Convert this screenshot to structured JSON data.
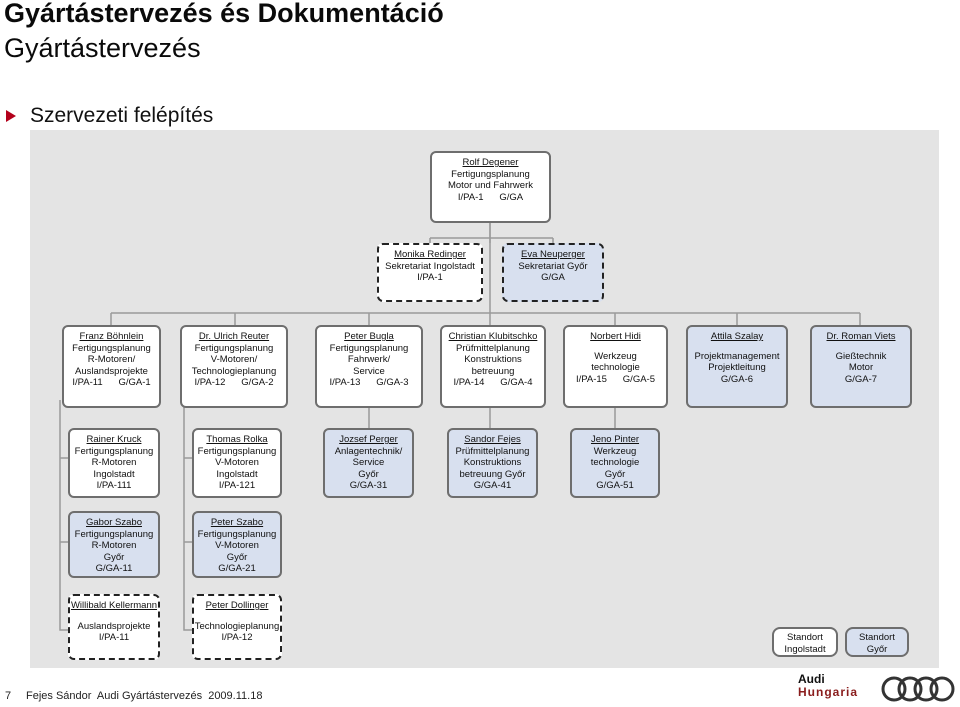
{
  "header": {
    "title": "Gyártástervezés és Dokumentáció",
    "subtitle": "Gyártástervezés",
    "bullet": "Szervezeti felépítés"
  },
  "org": {
    "top": {
      "lines": [
        "Rolf Degener",
        "Fertigungsplanung",
        "Motor und Fahrwerk",
        "I/PA-1      G/GA"
      ]
    },
    "sec1": {
      "lines": [
        "Monika Redinger",
        "Sekretariat Ingolstadt",
        "I/PA-1"
      ]
    },
    "sec2": {
      "lines": [
        "Eva Neuperger",
        "Sekretariat Győr",
        "G/GA"
      ]
    },
    "dept": [
      {
        "lines": [
          "Franz Böhnlein",
          "Fertigungsplanung",
          "R-Motoren/",
          "Auslandsprojekte",
          "I/PA-11      G/GA-1"
        ]
      },
      {
        "lines": [
          "Dr. Ulrich Reuter",
          "Fertigungsplanung",
          "V-Motoren/",
          "Technologieplanung",
          "I/PA-12      G/GA-2"
        ]
      },
      {
        "lines": [
          "Peter Bugla",
          "Fertigungsplanung",
          "Fahrwerk/",
          "Service",
          "I/PA-13      G/GA-3"
        ]
      },
      {
        "lines": [
          "Christian Klubitschko",
          "Prüfmittelplanung",
          "Konstruktions",
          "betreuung",
          "I/PA-14      G/GA-4"
        ]
      },
      {
        "lines": [
          "Norbert Hidi",
          "Werkzeug",
          "technologie",
          "I/PA-15      G/GA-5"
        ]
      },
      {
        "lines": [
          "Attila Szalay",
          "Projektmanagement",
          "Projektleitung",
          "G/GA-6"
        ]
      },
      {
        "lines": [
          "Dr. Roman Viets",
          "Gießtechnik",
          "Motor",
          "G/GA-7"
        ]
      }
    ],
    "sub": [
      {
        "lines": [
          "Rainer Kruck",
          "Fertigungsplanung",
          "R-Motoren",
          "Ingolstadt",
          "I/PA-111"
        ]
      },
      {
        "lines": [
          "Thomas Rolka",
          "Fertigungsplanung",
          "V-Motoren",
          "Ingolstadt",
          "I/PA-121"
        ]
      },
      {
        "lines": [
          "Jozsef Perger",
          "Anlagentechnik/",
          "Service",
          "Győr",
          "G/GA-31"
        ]
      },
      {
        "lines": [
          "Sandor Fejes",
          "Prüfmittelplanung",
          "Konstruktions",
          "betreuung Győr",
          "G/GA-41"
        ]
      },
      {
        "lines": [
          "Jeno Pinter",
          "Werkzeug",
          "technologie",
          "Győr",
          "G/GA-51"
        ]
      },
      {
        "lines": [
          "Gabor Szabo",
          "Fertigungsplanung",
          "R-Motoren",
          "Győr",
          "G/GA-11"
        ]
      },
      {
        "lines": [
          "Peter Szabo",
          "Fertigungsplanung",
          "V-Motoren",
          "Győr",
          "G/GA-21"
        ]
      },
      {
        "lines": [
          "Willibald Kellermann",
          "",
          "Auslandsprojekte",
          "I/PA-11"
        ]
      },
      {
        "lines": [
          "Peter Dollinger",
          "",
          "Technologieplanung",
          "I/PA-12"
        ]
      }
    ],
    "legend": [
      {
        "lines": [
          "Standort",
          "Ingolstadt"
        ]
      },
      {
        "lines": [
          "Standort",
          "Győr"
        ]
      }
    ]
  },
  "footer": {
    "page_number": "7",
    "text": "Fejes Sándor  Audi Gyártástervezés  2009.11.18",
    "brand_line1": "Audi",
    "brand_line2": "Hungaria"
  }
}
